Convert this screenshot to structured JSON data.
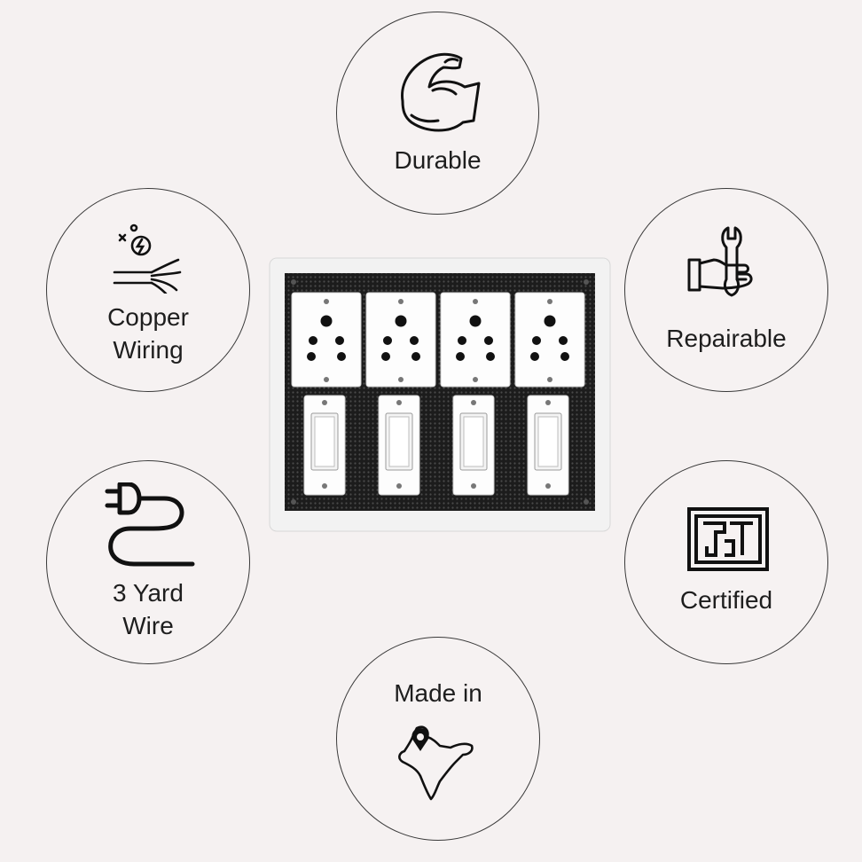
{
  "features": {
    "durable": {
      "icon": "flexed-arm-icon",
      "lines": [
        "Durable"
      ]
    },
    "repairable": {
      "icon": "wrench-hand-icon",
      "lines": [
        "Repairable"
      ]
    },
    "certified": {
      "icon": "isi-mark-icon",
      "lines": [
        "Certified"
      ]
    },
    "made_in": {
      "icon": "india-map-pin-icon",
      "lines": [
        "Made in"
      ]
    },
    "copper": {
      "icon": "copper-wire-icon",
      "lines": [
        "Copper",
        "Wiring"
      ]
    },
    "wire": {
      "icon": "plug-cord-icon",
      "lines": [
        "3 Yard",
        "Wire"
      ]
    }
  },
  "product": {
    "name": "switch-board",
    "sockets": 4,
    "switches": 4,
    "colors": {
      "panel": "#1f1f1f",
      "frame": "#f2f2f2",
      "module": "#ffffff"
    }
  }
}
